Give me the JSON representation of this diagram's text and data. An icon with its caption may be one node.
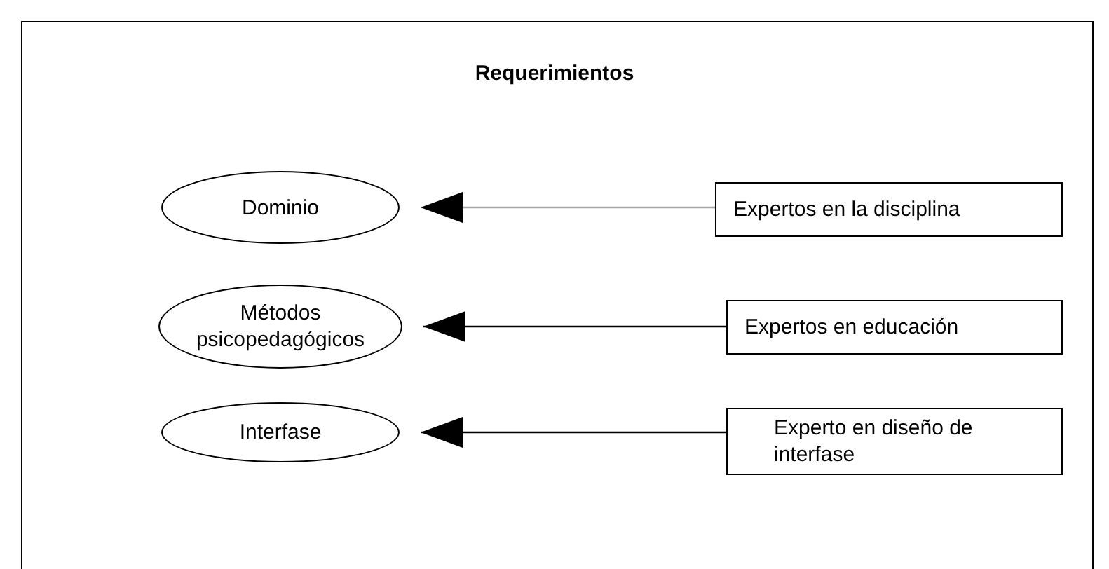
{
  "diagram": {
    "title": "Requerimientos",
    "nodes": [
      {
        "text": [
          "Dominio"
        ]
      },
      {
        "text": [
          "Expertos en la disciplina"
        ]
      },
      {
        "text": [
          "Métodos psicopedagógicos"
        ]
      },
      {
        "text": [
          "Expertos en educación"
        ]
      },
      {
        "text": [
          "Interfase"
        ]
      },
      {
        "text": [
          "Experto en diseño de interfase"
        ]
      }
    ],
    "edges": [
      {
        "from": 1,
        "to": 0,
        "arrow": "to",
        "color": "#a6a6a6"
      },
      {
        "from": 3,
        "to": 2,
        "arrow": "to"
      },
      {
        "from": 5,
        "to": 4,
        "arrow": "to"
      }
    ]
  }
}
